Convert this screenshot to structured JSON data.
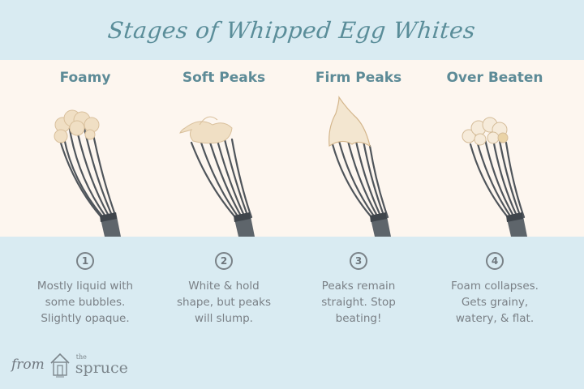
{
  "header": {
    "title": "Stages of Whipped Egg Whites"
  },
  "stages": [
    {
      "name": "Foamy",
      "number": "1",
      "description_lines": [
        "Mostly liquid with",
        "some bubbles.",
        "Slightly opaque."
      ]
    },
    {
      "name": "Soft Peaks",
      "number": "2",
      "description_lines": [
        "White & hold",
        "shape, but peaks",
        "will slump."
      ]
    },
    {
      "name": "Firm Peaks",
      "number": "3",
      "description_lines": [
        "Peaks remain",
        "straight. Stop",
        "beating!"
      ]
    },
    {
      "name": "Over Beaten",
      "number": "4",
      "description_lines": [
        "Foam collapses.",
        "Gets grainy,",
        "watery, & flat."
      ]
    }
  ],
  "footer": {
    "from": "from",
    "brand_small": "the",
    "brand_name": "spruce",
    "icon": "house-icon"
  },
  "colors": {
    "band_blue": "#d9ebf2",
    "cream": "#fdf6ef",
    "title_teal": "#5a8d99",
    "text_gray": "#7a8086",
    "foam": "#eedcc0"
  }
}
